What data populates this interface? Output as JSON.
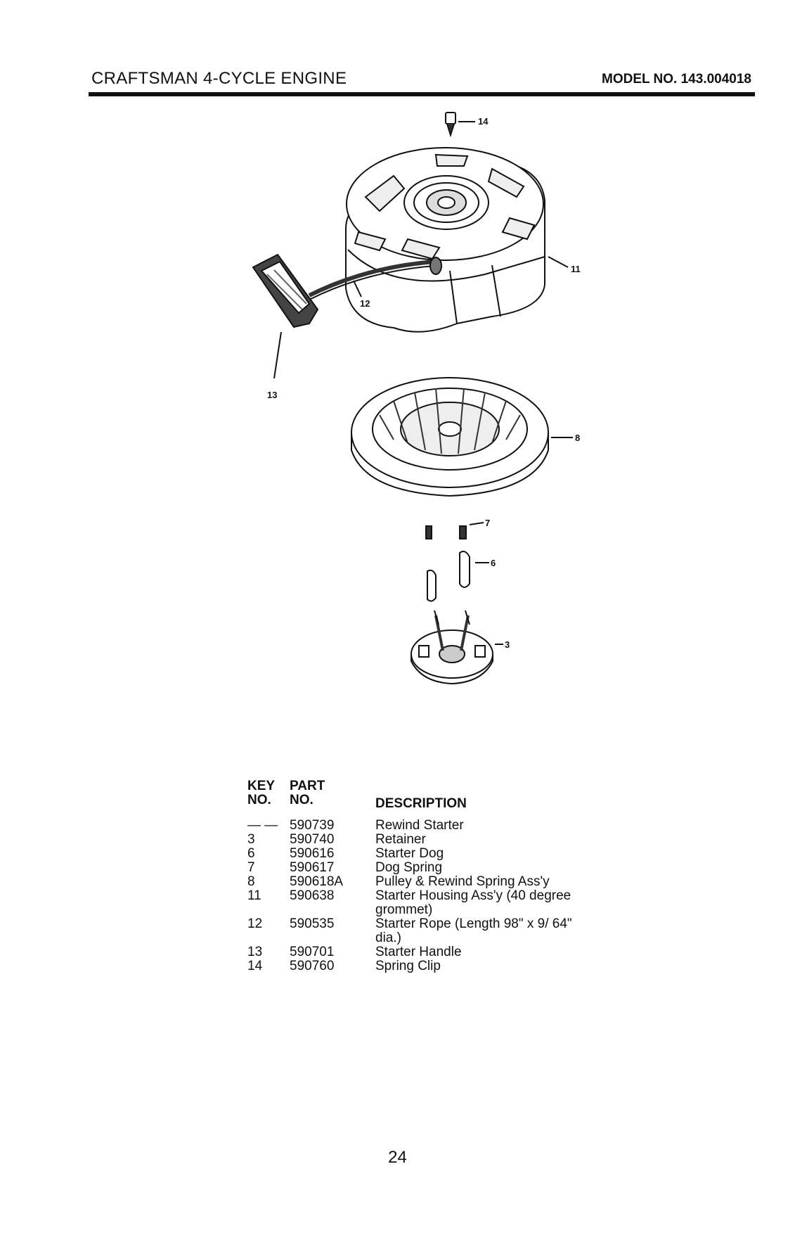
{
  "header": {
    "title": "CRAFTSMAN 4-CYCLE ENGINE",
    "model": "MODEL NO. 143.004018"
  },
  "diagram": {
    "callouts": [
      "14",
      "11",
      "12",
      "13",
      "8",
      "7",
      "6",
      "3"
    ]
  },
  "parts_table": {
    "headers": {
      "key_line1": "KEY",
      "key_line2": "NO.",
      "part_line1": "PART",
      "part_line2": "NO.",
      "description": "DESCRIPTION"
    },
    "rows": [
      {
        "key": "— —",
        "part": "590739",
        "description": "Rewind Starter"
      },
      {
        "key": "3",
        "part": "590740",
        "description": "Retainer"
      },
      {
        "key": "6",
        "part": "590616",
        "description": "Starter Dog"
      },
      {
        "key": "7",
        "part": "590617",
        "description": "Dog Spring"
      },
      {
        "key": "8",
        "part": "590618A",
        "description": "Pulley & Rewind Spring Ass'y"
      },
      {
        "key": "11",
        "part": "590638",
        "description": "Starter Housing Ass'y (40 degree grommet)"
      },
      {
        "key": "12",
        "part": "590535",
        "description": "Starter Rope (Length 98\" x 9/ 64\" dia.)"
      },
      {
        "key": "13",
        "part": "590701",
        "description": "Starter Handle"
      },
      {
        "key": "14",
        "part": "590760",
        "description": "Spring Clip"
      }
    ]
  },
  "page_number": "24"
}
